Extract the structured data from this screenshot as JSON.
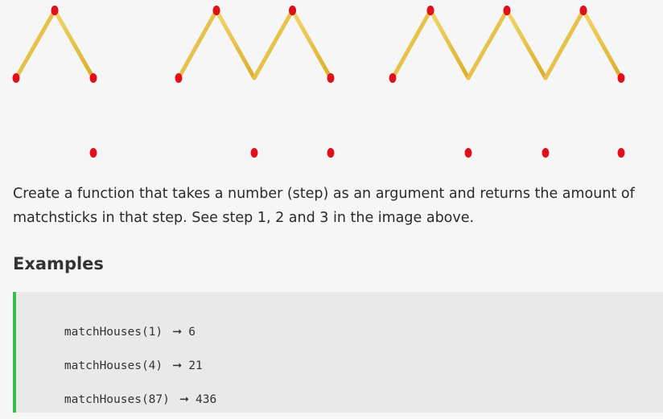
{
  "description": "Create a function that takes a number (step) as an argument and returns the amount of matchsticks in that step. See step 1, 2 and 3 in the image above.",
  "examples_heading": "Examples",
  "examples": [
    {
      "call": "matchHouses(1)",
      "arrow": "➞",
      "result": "6"
    },
    {
      "call": "matchHouses(4)",
      "arrow": "➞",
      "result": "21"
    },
    {
      "call": "matchHouses(87)",
      "arrow": "➞",
      "result": "436"
    }
  ],
  "colors": {
    "matchstick": "#e9c645",
    "match_head": "#e0101a",
    "accent_border": "#35c045"
  }
}
